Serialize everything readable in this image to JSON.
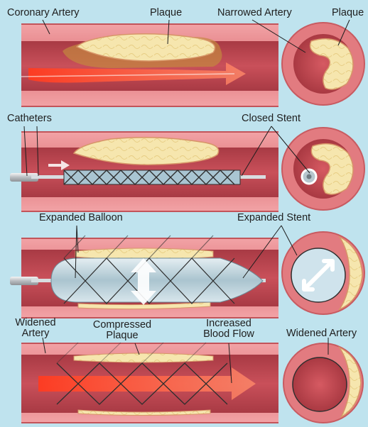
{
  "labels": {
    "coronary_artery": "Coronary Artery",
    "plaque_1": "Plaque",
    "narrowed_artery": "Narrowed Artery",
    "plaque_cross": "Plaque",
    "catheters": "Catheters",
    "closed_stent": "Closed Stent",
    "expanded_balloon": "Expanded Balloon",
    "expanded_stent": "Expanded Stent",
    "widened_artery_l1": "Widened",
    "widened_artery_l2": "Artery",
    "compressed_plaque_l1": "Compressed",
    "compressed_plaque_l2": "Plaque",
    "increased_flow_l1": "Increased",
    "increased_flow_l2": "Blood Flow",
    "widened_artery_cross": "Widened Artery"
  },
  "colors": {
    "background": "#bfe3ee",
    "artery_wall": "#e0787c",
    "artery_wall_light": "#ef9a9e",
    "lumen": "#c74852",
    "plaque": "#f7e8b2",
    "plaque_edge": "#cc8a5a",
    "blood_flow": "#ef4630",
    "stent_wire": "#2e2e2e",
    "balloon": "#c9dde6"
  }
}
